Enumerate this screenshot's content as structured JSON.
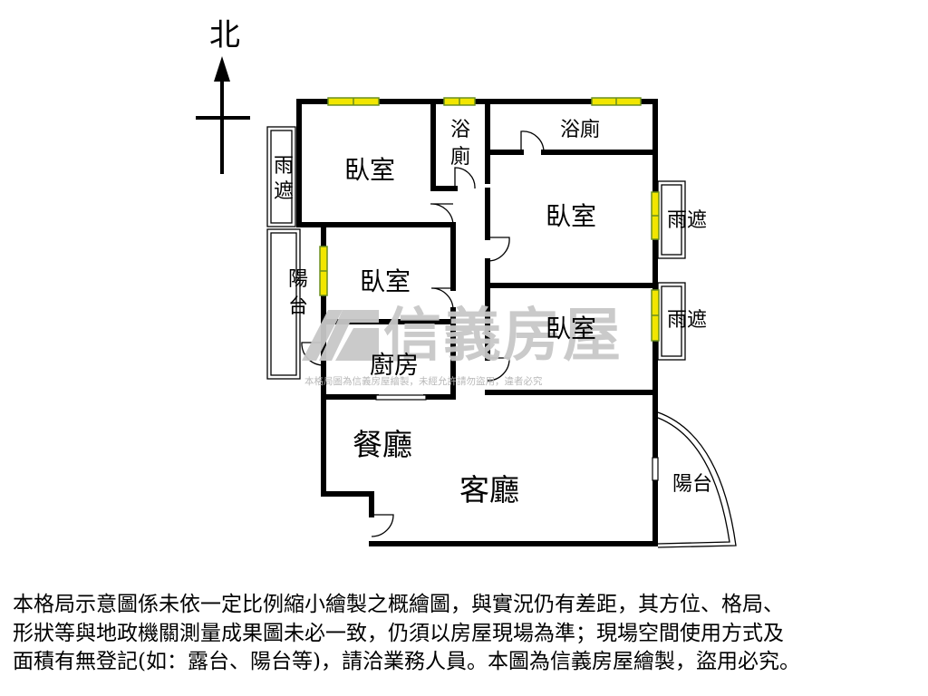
{
  "compass": {
    "north_label": "北"
  },
  "rooms": {
    "bedroom_nw": "臥室",
    "bath_small_line1": "浴",
    "bath_small_line2": "廁",
    "bath_ne": "浴廁",
    "bedroom_east": "臥室",
    "bedroom_mid": "臥室",
    "bedroom_se": "臥室",
    "kitchen": "廚房",
    "dining": "餐廳",
    "living": "客廳",
    "canopy_west_line1": "雨",
    "canopy_west_line2": "遮",
    "balcony_west_line1": "陽",
    "balcony_west_line2": "台",
    "canopy_east_1": "雨遮",
    "canopy_east_2": "雨遮",
    "balcony_east": "陽台"
  },
  "watermark": {
    "brand": "信義房屋",
    "note": "本格局圖為信義房屋繪製，未經允許請勿盜用，違者必究"
  },
  "disclaimer": {
    "line1": "本格局示意圖係未依一定比例縮小繪製之概繪圖，與實況仍有差距，其方位、格局、",
    "line2": "形狀等與地政機關測量成果圖未必一致，仍須以房屋現場為準；現場空間使用方式及",
    "line3": "面積有無登記(如：露台、陽台等)，請洽業務人員。本圖為信義房屋繪製，盜用必究。"
  },
  "colors": {
    "wall": "#000000",
    "window_fill": "#f2e600",
    "window_stroke": "#6b8f1f",
    "watermark": "#c8c8c8"
  }
}
